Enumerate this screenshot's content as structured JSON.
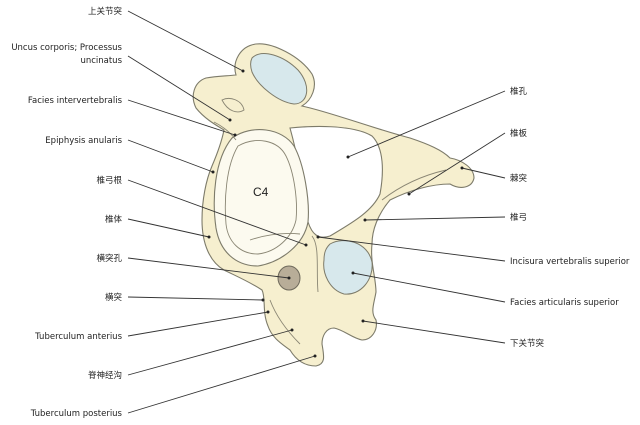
{
  "diagram": {
    "body_mark": "C4",
    "labels_left": [
      {
        "id": "shangguanjietu",
        "text": "上关节突"
      },
      {
        "id": "uncus-1",
        "text": "Uncus corporis; Processus"
      },
      {
        "id": "uncus-2",
        "text": "uncinatus"
      },
      {
        "id": "facies-intervertebralis",
        "text": "Facies intervertebralis"
      },
      {
        "id": "epiphysis-anularis",
        "text": "Epiphysis anularis"
      },
      {
        "id": "zhuigonggen",
        "text": "椎弓根"
      },
      {
        "id": "zhuiti",
        "text": "椎体"
      },
      {
        "id": "hengtukong",
        "text": "横突孔"
      },
      {
        "id": "hengtu",
        "text": "横突"
      },
      {
        "id": "tuberculum-anterius",
        "text": "Tuberculum anterius"
      },
      {
        "id": "jishenjinggou",
        "text": "脊神经沟"
      },
      {
        "id": "tuberculum-posterius",
        "text": "Tuberculum posterius"
      }
    ],
    "labels_right": [
      {
        "id": "zhuikong",
        "text": "椎孔"
      },
      {
        "id": "zhuiban",
        "text": "椎板"
      },
      {
        "id": "jitu",
        "text": "棘突"
      },
      {
        "id": "zhuigong",
        "text": "椎弓"
      },
      {
        "id": "incisura",
        "text": "Incisura vertebralis superior"
      },
      {
        "id": "facies-articularis",
        "text": "Facies articularis superior"
      },
      {
        "id": "xiaguanjietu",
        "text": "下关节突"
      }
    ]
  }
}
